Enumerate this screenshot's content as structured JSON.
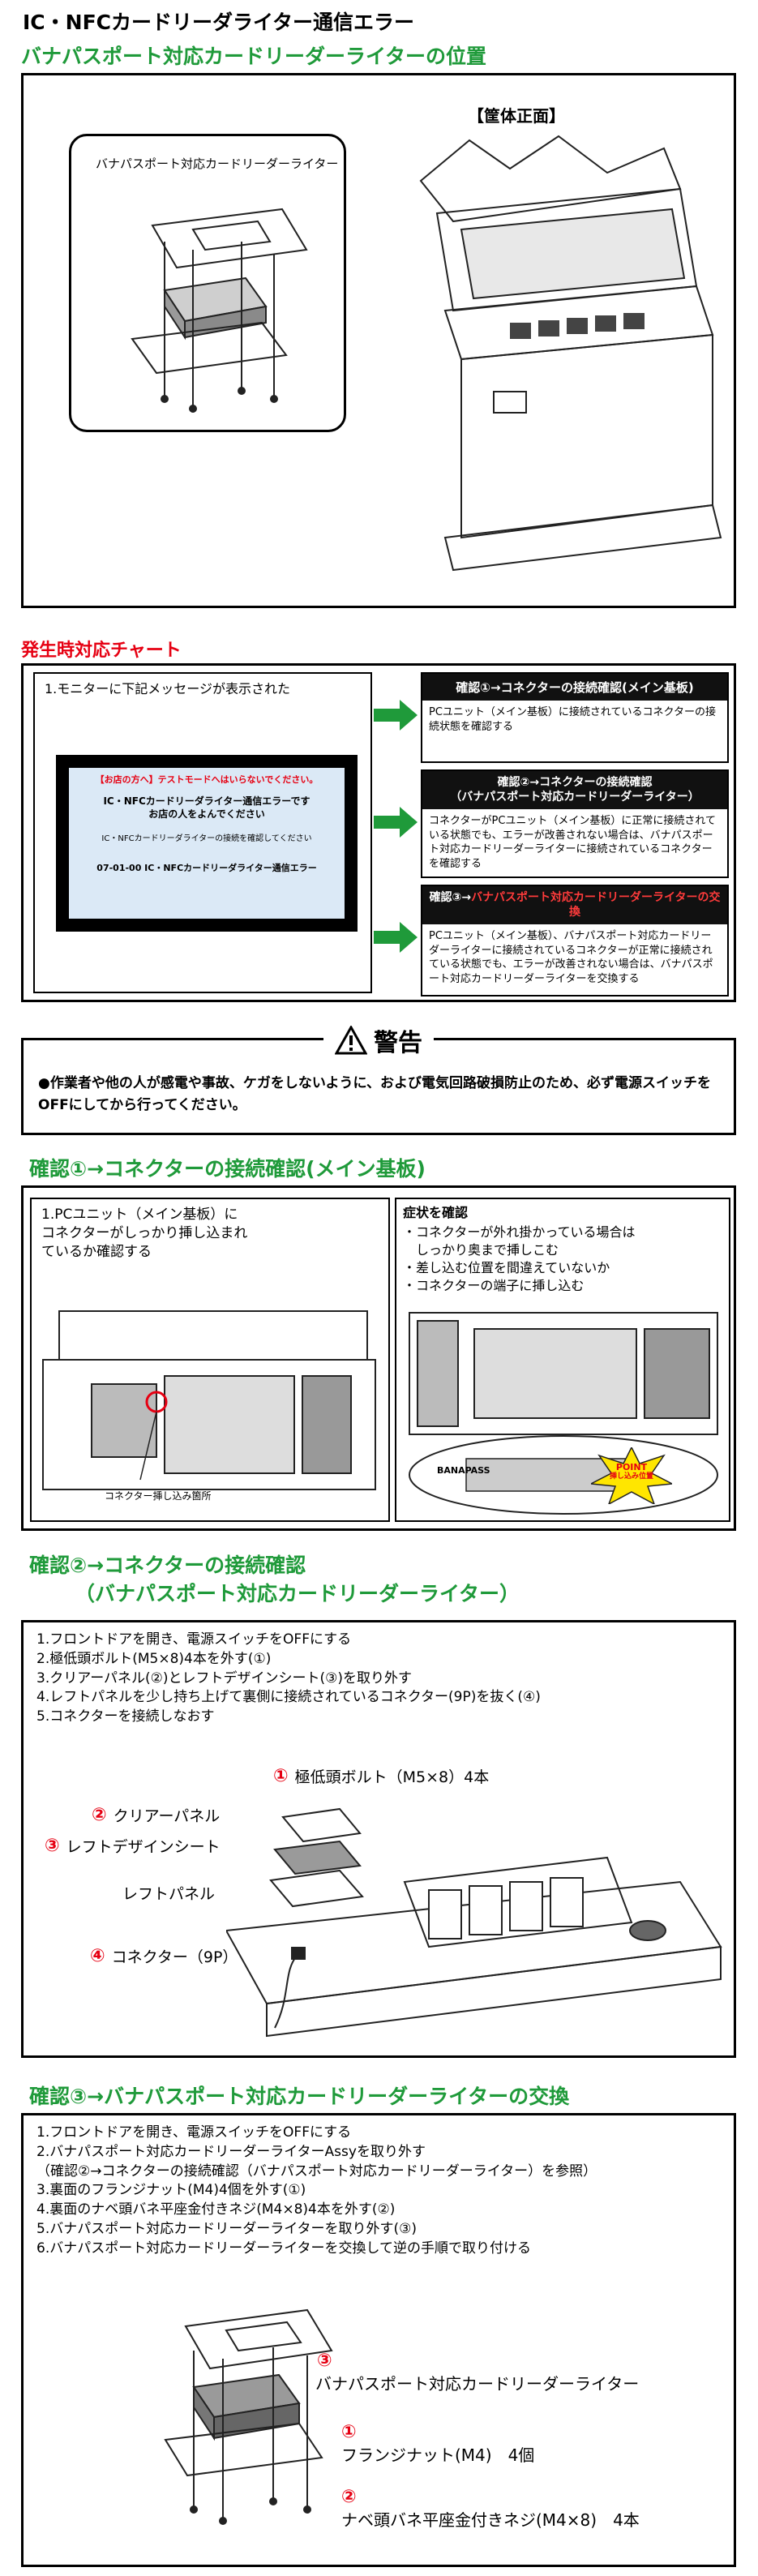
{
  "header": {
    "title": "IC・NFCカードリーダライター通信エラー"
  },
  "location": {
    "heading": "バナパスポート対応カードリーダーライターの位置",
    "callout_label": "バナパスポート対応カードリーダーライター",
    "front_label": "【筐体正面】"
  },
  "chart": {
    "heading": "発生時対応チャート",
    "step1": "1.モニターに下記メッセージが表示された",
    "screen": {
      "line1": "【お店の方へ】テストモードへはいらないでください。",
      "line2": "IC・NFCカードリーダライター通信エラーです\nお店の人をよんでください",
      "line3": "IC・NFCカードリーダライターの接続を確認してください",
      "line4": "07-01-00 IC・NFCカードリーダライター通信エラー"
    },
    "check1": {
      "head": "確認①→コネクターの接続確認(メイン基板)",
      "body": "PCユニット（メイン基板）に接続されているコネクターの接続状態を確認する"
    },
    "check2": {
      "head": "確認②→コネクターの接続確認\n（バナパスポート対応カードリーダーライター）",
      "body": "コネクターがPCユニット（メイン基板）に正常に接続されている状態でも、エラーが改善されない場合は、バナパスポート対応カードリーダーライターに接続されているコネクターを確認する"
    },
    "check3": {
      "head_prefix": "確認③→",
      "head_red": "バナパスポート対応カードリーダーライターの交換",
      "body": "PCユニット（メイン基板）、バナパスポート対応カードリーダーライターに接続されているコネクターが正常に接続されている状態でも、エラーが改善されない場合は、バナパスポート対応カードリーダーライターを交換する"
    }
  },
  "warning": {
    "title": "警告",
    "text": "●作業者や他の人が感電や事故、ケガをしないように、および電気回路破損防止のため、必ず電源スイッチをOFFにしてから行ってください。"
  },
  "section1": {
    "heading": "確認①→コネクターの接続確認(メイン基板)",
    "left_text": "1.PCユニット（メイン基板）に\nコネクターがしっかり挿し込まれ\nているか確認する",
    "caption": "コネクター挿し込み箇所",
    "symptom_title": "症状を確認",
    "symptoms": [
      "・コネクターが外れ掛かっている場合は\n　しっかり奥まで挿しこむ",
      "・差し込む位置を間違えていないか",
      "・コネクターの端子に挿し込む"
    ],
    "banapass_label": "BANAPASS",
    "point_label": "POINT",
    "point_sub": "挿し込み位置"
  },
  "section2": {
    "heading_line1": "確認②→コネクターの接続確認",
    "heading_line2": "（バナパスポート対応カードリーダーライター）",
    "steps": [
      "1.フロントドアを開き、電源スイッチをOFFにする",
      "2.極低頭ボルト(M5×8)4本を外す(①)",
      "3.クリアーパネル(②)とレフトデザインシート(③)を取り外す",
      "4.レフトパネルを少し持ち上げて裏側に接続されているコネクター(9P)を抜く(④)",
      "5.コネクターを接続しなおす"
    ],
    "labels": {
      "n1": "①",
      "l1": "極低頭ボルト（M5×8）4本",
      "n2": "②",
      "l2": "クリアーパネル",
      "n3": "③",
      "l3": "レフトデザインシート",
      "l4": "レフトパネル",
      "n4": "④",
      "l5": "コネクター（9P）"
    }
  },
  "section3": {
    "heading": "確認③→バナパスポート対応カードリーダーライターの交換",
    "steps": [
      "1.フロントドアを開き、電源スイッチをOFFにする",
      "2.バナパスポート対応カードリーダーライターAssyを取り外す",
      "（確認②→コネクターの接続確認（バナパスポート対応カードリーダーライター）を参照）",
      "3.裏面のフランジナット(M4)4個を外す(①)",
      "4.裏面のナベ頭バネ平座金付きネジ(M4×8)4本を外す(②)",
      "5.バナパスポート対応カードリーダーライターを取り外す(③)",
      "6.バナパスポート対応カードリーダーライターを交換して逆の手順で取り付ける"
    ],
    "labels": {
      "n3": "③",
      "l3": "バナパスポート対応カードリーダーライター",
      "n1": "①",
      "l1": "フランジナット(M4)　4個",
      "n2": "②",
      "l2": "ナベ頭バネ平座金付きネジ(M4×8)　4本"
    }
  }
}
